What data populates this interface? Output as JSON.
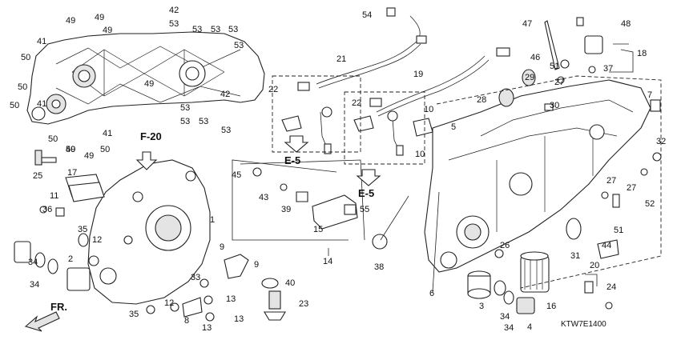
{
  "diagram": {
    "code": "KTW7E1400",
    "front_label": "FR.",
    "ref_f20": "F-20",
    "ref_e5_a": "E-5",
    "ref_e5_b": "E-5",
    "part_numbers": [
      "1",
      "2",
      "3",
      "4",
      "5",
      "6",
      "7",
      "8",
      "9",
      "10",
      "11",
      "12",
      "13",
      "14",
      "15",
      "16",
      "17",
      "18",
      "19",
      "20",
      "21",
      "22",
      "23",
      "24",
      "25",
      "26",
      "27",
      "28",
      "29",
      "30",
      "31",
      "32",
      "33",
      "34",
      "35",
      "36",
      "37",
      "38",
      "39",
      "40",
      "41",
      "42",
      "43",
      "44",
      "45",
      "46",
      "47",
      "48",
      "49",
      "50",
      "51",
      "52",
      "53",
      "54",
      "55"
    ]
  }
}
